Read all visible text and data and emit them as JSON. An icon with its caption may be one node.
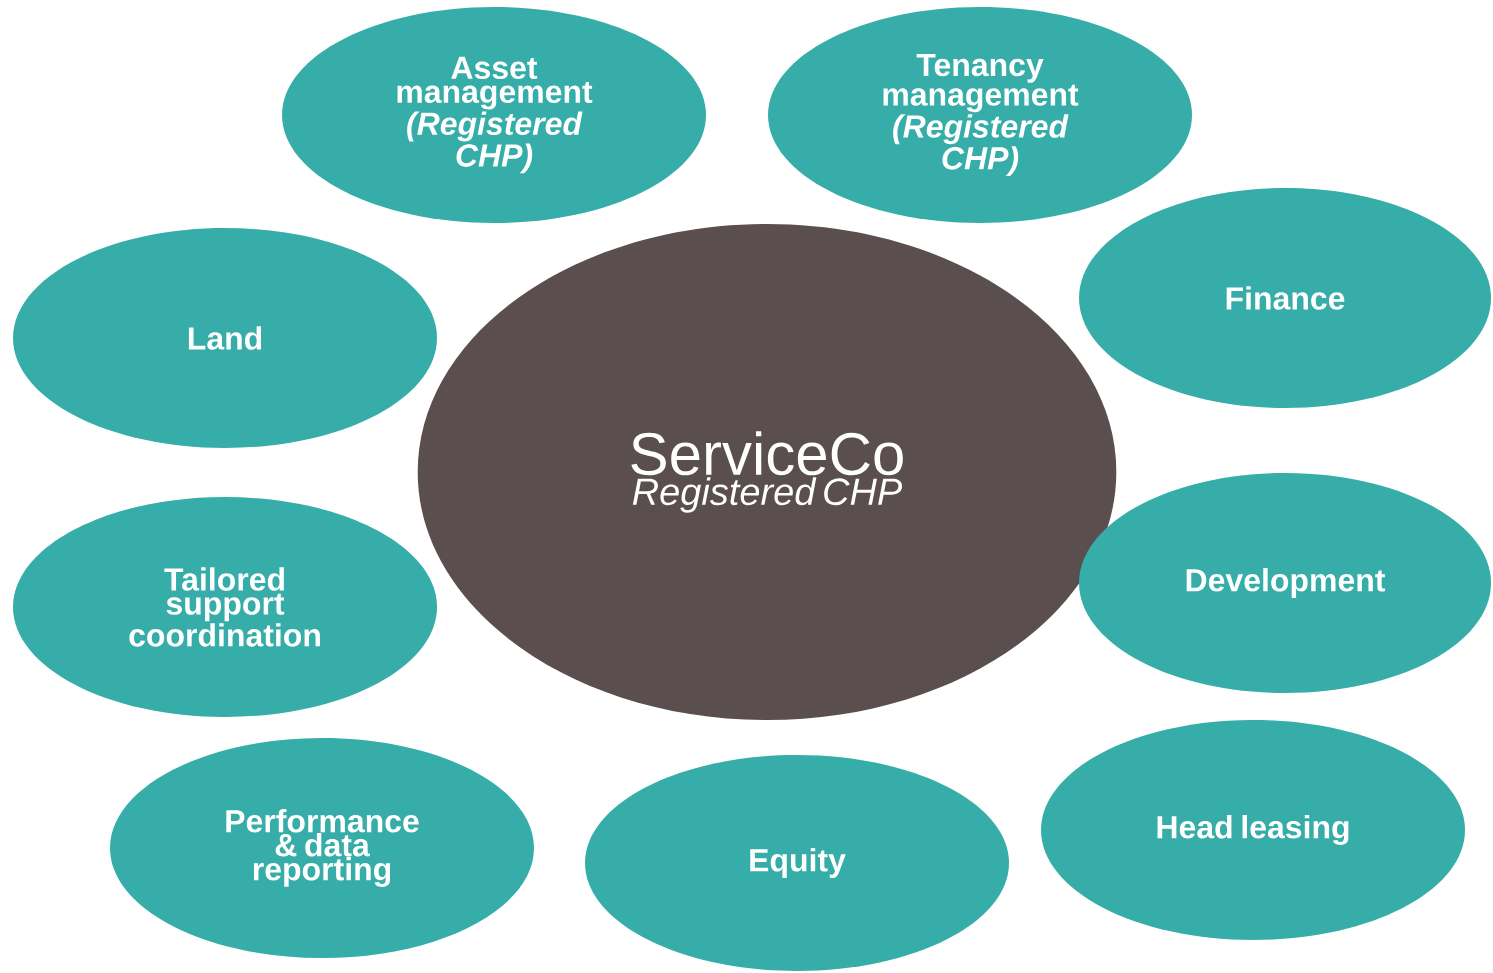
{
  "diagram": {
    "nodes": [
      {
        "text": [
          "ServiceCo",
          "Registered CHP"
        ]
      },
      {
        "text": [
          "Asset management *(Registered CHP)*"
        ]
      },
      {
        "text": [
          "Tenancy management *(Registered CHP)*"
        ]
      },
      {
        "text": [
          "Land"
        ]
      },
      {
        "text": [
          "Finance"
        ]
      },
      {
        "text": [
          "Tailored support coordination"
        ]
      },
      {
        "text": [
          "Development"
        ]
      },
      {
        "text": [
          "Performance & data reporting"
        ]
      },
      {
        "text": [
          "Equity"
        ]
      },
      {
        "text": [
          "Head leasing"
        ]
      }
    ]
  }
}
